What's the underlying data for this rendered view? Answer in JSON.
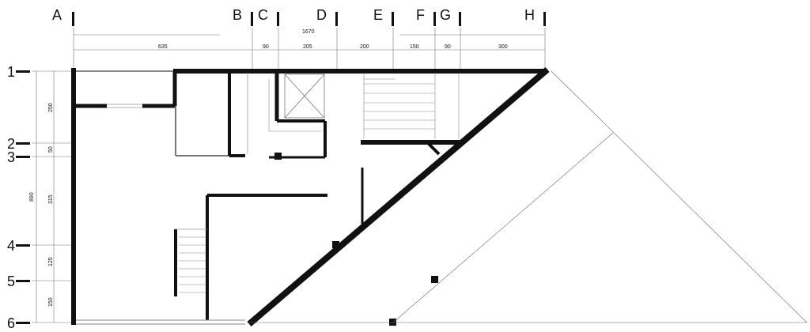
{
  "grid_columns": [
    "A",
    "B",
    "C",
    "D",
    "E",
    "F",
    "G",
    "H"
  ],
  "grid_rows": [
    "1",
    "2",
    "3",
    "4",
    "5",
    "6"
  ],
  "horizontal_dimensions": {
    "total": "1670",
    "segments": [
      "635",
      "90",
      "205",
      "200",
      "150",
      "90",
      "300"
    ]
  },
  "vertical_dimensions": {
    "total": "890",
    "segments": [
      "250",
      "50",
      "315",
      "125",
      "150"
    ]
  }
}
